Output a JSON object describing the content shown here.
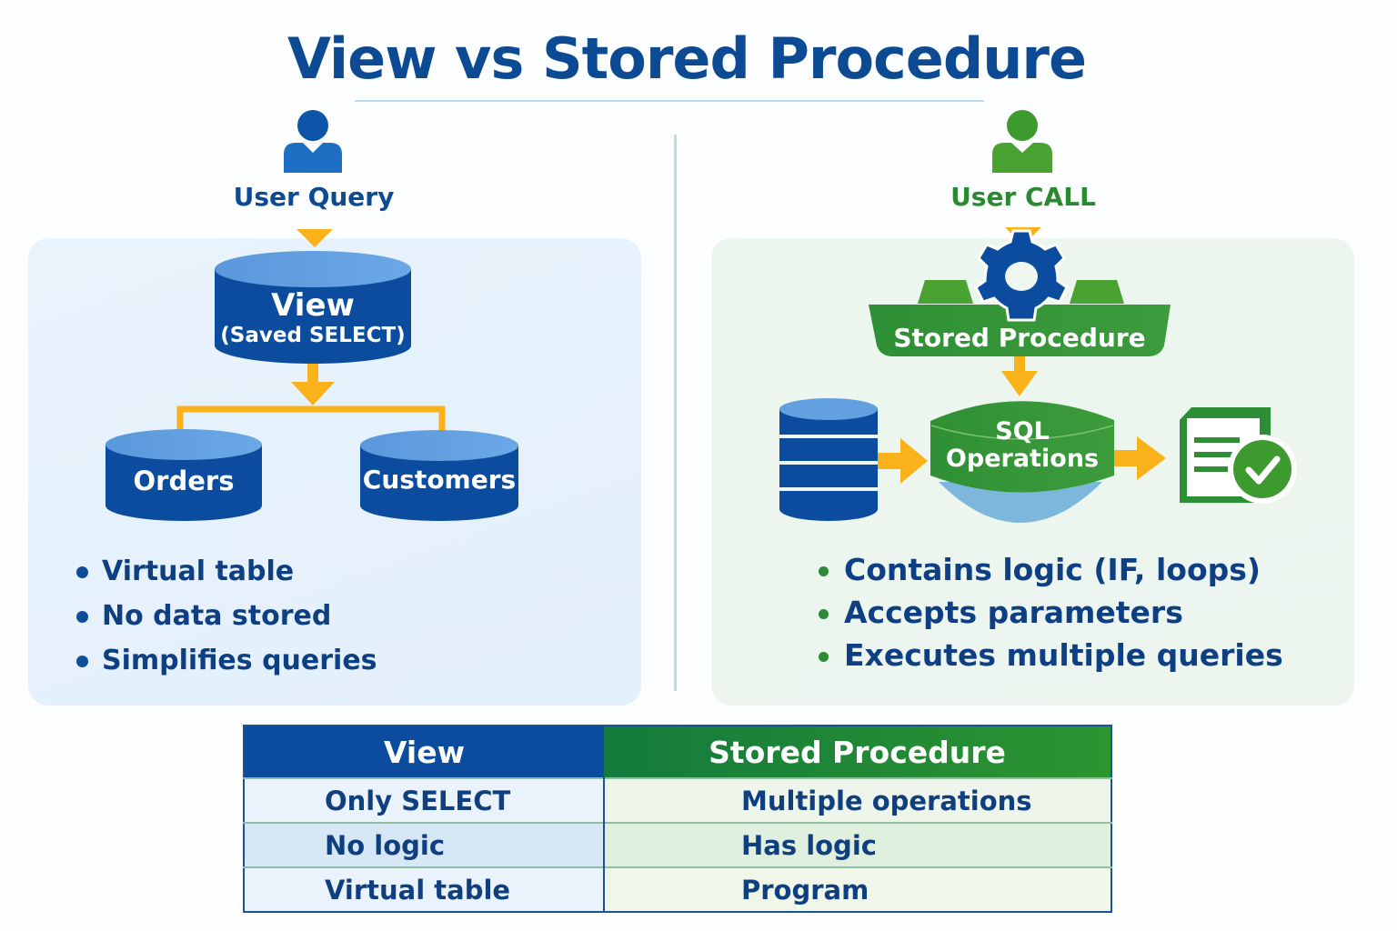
{
  "title": "View vs Stored Procedure",
  "colors": {
    "view_blue": "#0b4c9e",
    "view_light": "#62a0e0",
    "sp_green": "#2a8a30",
    "arrow_orange": "#f9b21a",
    "text_navy": "#0e3f82"
  },
  "view_side": {
    "user_icon": "user-icon",
    "user_label": "User Query",
    "view_cylinder": {
      "title": "View",
      "subtitle": "(Saved SELECT)"
    },
    "tables": [
      "Orders",
      "Customers"
    ],
    "bullets": [
      "Virtual table",
      "No data stored",
      "Simplifies queries"
    ]
  },
  "sp_side": {
    "user_icon": "user-icon",
    "user_label": "User CALL",
    "gear_icon": "gear-icon",
    "procedure_label": "Stored Procedure",
    "database_icon": "database-icon",
    "operations_label": {
      "line1": "SQL",
      "line2": "Operations"
    },
    "result_icon": "document-check-icon",
    "bullets": [
      "Contains logic (IF, loops)",
      "Accepts parameters",
      "Executes multiple queries"
    ]
  },
  "comparison_table": {
    "headers": [
      "View",
      "Stored Procedure"
    ],
    "rows": [
      [
        "Only SELECT",
        "Multiple operations"
      ],
      [
        "No logic",
        "Has logic"
      ],
      [
        "Virtual table",
        "Program"
      ]
    ]
  }
}
